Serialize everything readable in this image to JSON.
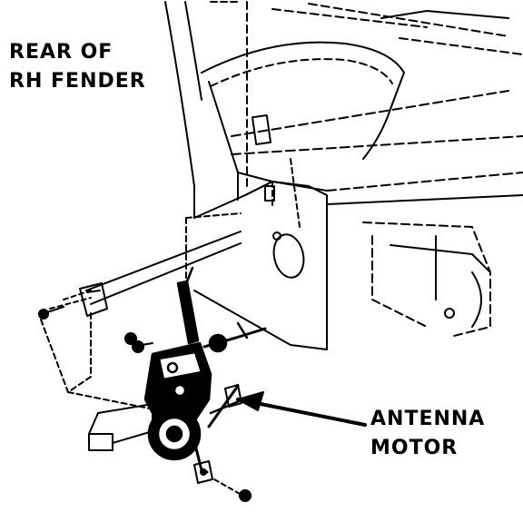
{
  "labels": {
    "fender": {
      "line1": "REAR OF",
      "line2": "RH FENDER"
    },
    "motor": {
      "line1": "ANTENNA",
      "line2": "MOTOR"
    }
  },
  "colors": {
    "ink": "#000000",
    "paper": "#ffffff"
  }
}
